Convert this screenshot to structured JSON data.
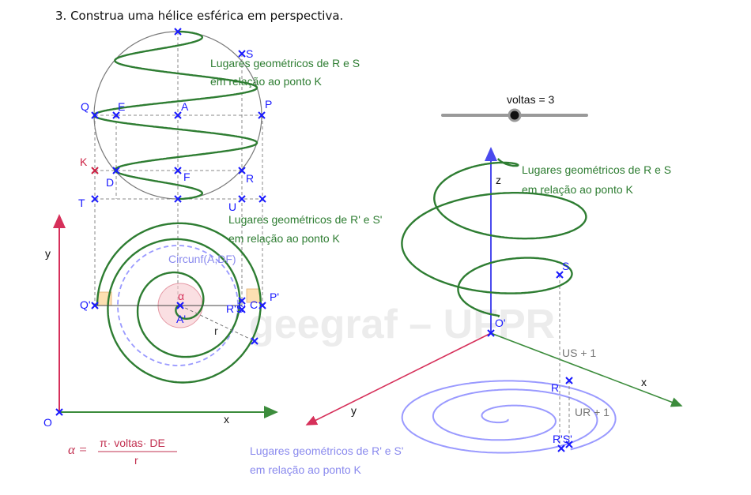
{
  "task": "3.  Construa uma hélice esférica em perspectiva.",
  "slider": {
    "label": "voltas = 3",
    "value": 3
  },
  "watermark": "geegraf – UFPR",
  "annotations": {
    "loci_rs_left_1": "Lugares geométricos de R e S",
    "loci_rs_left_2": "em relação ao ponto K",
    "loci_rs_right_1": "Lugares geométricos de R e S",
    "loci_rs_right_2": "em relação ao ponto K",
    "loci_rps_left_1": "Lugares geométricos de R' e S'",
    "loci_rps_left_2": "em relação ao ponto K",
    "loci_rps_right_1": "Lugares geométricos de R' e S'",
    "loci_rps_right_2": "em relação ao ponto K",
    "circunf": "Circunf(A,DF)",
    "us": "US + 1",
    "ur": "UR + 1"
  },
  "formula": {
    "lhs": "α =",
    "numerator": "π· voltas· DE",
    "denominator": "r"
  },
  "points": {
    "S": "S",
    "Q": "Q",
    "E": "E",
    "A": "A",
    "P": "P",
    "K": "K",
    "D": "D",
    "F": "F",
    "R": "R",
    "T": "T",
    "U": "U",
    "Qp": "Q'",
    "Ap": "A'",
    "RS": "R'S'",
    "C": "C",
    "Pp": "P'",
    "r": "r",
    "O": "O",
    "alpha": "α",
    "S3": "S",
    "Op": "O'",
    "R3": "R",
    "RpSp3": "R'S'"
  },
  "axes": {
    "x": "x",
    "y": "y",
    "z": "z",
    "x3": "x",
    "y3": "y"
  },
  "colors": {
    "helix": "#2e7d32",
    "point": "#1a1aff",
    "kpoint": "#cc2244",
    "axis_x": "#3c8c3c",
    "axis_y": "#d6305a",
    "axis_z": "#4a4aee",
    "shadow": "#9a9aff",
    "sphere": "#7a7a7a"
  }
}
